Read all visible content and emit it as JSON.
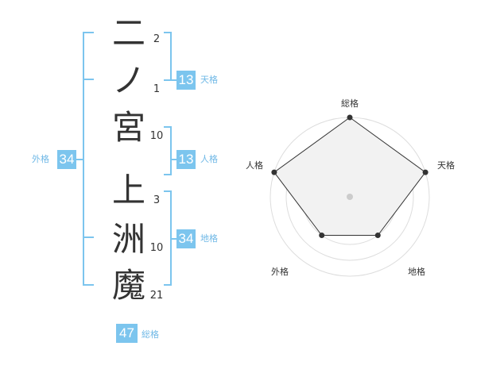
{
  "name_chars": [
    {
      "char": "二",
      "strokes": "2"
    },
    {
      "char": "ノ",
      "strokes": "1"
    },
    {
      "char": "宮",
      "strokes": "10"
    },
    {
      "char": "上",
      "strokes": "3"
    },
    {
      "char": "洲",
      "strokes": "10"
    },
    {
      "char": "魔",
      "strokes": "21"
    }
  ],
  "fortunes": {
    "tenkaku": {
      "value": "13",
      "label": "天格"
    },
    "jinkaku": {
      "value": "13",
      "label": "人格"
    },
    "chikaku": {
      "value": "34",
      "label": "地格"
    },
    "gaikaku": {
      "value": "34",
      "label": "外格"
    },
    "soukaku": {
      "value": "47",
      "label": "総格"
    }
  },
  "radar": {
    "axes": [
      "総格",
      "天格",
      "地格",
      "外格",
      "人格"
    ],
    "levels": [
      5,
      5,
      3,
      3,
      5
    ],
    "max": 5,
    "colors": {
      "line": "#333333",
      "fill": "#f2f2f2",
      "rings": "#dddddd",
      "center": "#cccccc"
    }
  }
}
